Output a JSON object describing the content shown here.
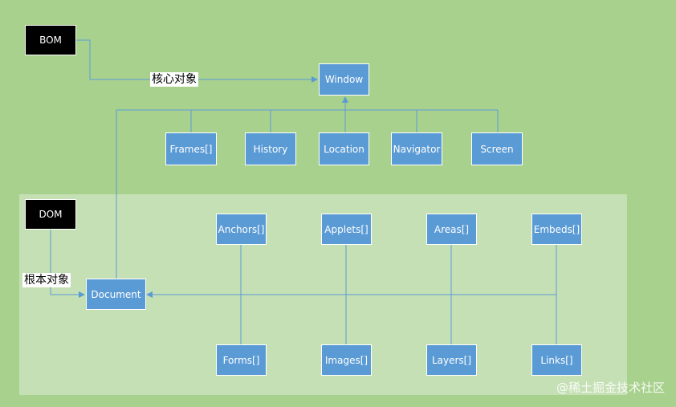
{
  "bom": {
    "label": "BOM",
    "relation": "核心对象"
  },
  "dom": {
    "label": "DOM",
    "relation": "根本对象"
  },
  "window": "Window",
  "window_children": [
    "Frames[]",
    "History",
    "Location",
    "Navigator",
    "Screen"
  ],
  "document": "Document",
  "document_top": [
    "Anchors[]",
    "Applets[]",
    "Areas[]",
    "Embeds[]"
  ],
  "document_bottom": [
    "Forms[]",
    "Images[]",
    "Layers[]",
    "Links[]"
  ],
  "watermark": "@稀土掘金技术社区",
  "colors": {
    "bom_background": "#a9d18e",
    "dom_background": "#c5e0b4",
    "box_fill": "#5b9bd5",
    "line": "#5b9bd5",
    "dark_box": "#000000"
  }
}
